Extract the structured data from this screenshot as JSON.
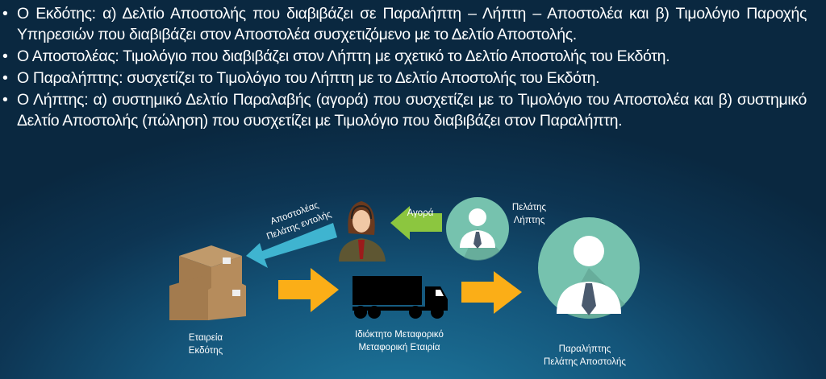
{
  "bullets": [
    "Ο Εκδότης: α) Δελτίο Αποστολής που διαβιβάζει σε Παραλήπτη – Λήπτη – Αποστολέα και β) Τιμολόγιο Παροχής Υπηρεσιών που διαβιβάζει στον Αποστολέα συσχετιζόμενο με το Δελτίο Αποστολής.",
    "Ο Αποστολέας: Τιμολόγιο που διαβιβάζει στον Λήπτη με σχετικό το Δελτίο Αποστολής του Εκδότη.",
    "Ο Παραλήπτης: συσχετίζει το Τιμολόγιο του Λήπτη με το Δελτίο Αποστολής του Εκδότη.",
    "Ο Λήπτης: α) συστημικό Δελτίο Παραλαβής (αγορά) που συσχετίζει με το Τιμολόγιο του Αποστολέα και β) συστημικό Δελτίο Αποστολής (πώληση) που συσχετίζει με Τιμολόγιο που διαβιβάζει στον Παραλήπτη."
  ],
  "diagram": {
    "sender_arrow": {
      "line1": "Αποστολέας",
      "line2": "Πελάτης εντολής"
    },
    "purchase_label": "Αγορά",
    "customer_recipient": {
      "line1": "Πελάτης",
      "line2": "Λήπτης"
    },
    "issuer": {
      "line1": "Εταιρεία",
      "line2": "Εκδότης"
    },
    "carrier": {
      "line1": "Ιδιόκτητο Μεταφορικό",
      "line2": "Μεταφορική Εταιρία"
    },
    "receiver": {
      "line1": "Παραλήπτης",
      "line2": "Πελάτης Αποστολής"
    },
    "colors": {
      "orange": "#fbae17",
      "green": "#8cc63f",
      "blue": "#3fb4d0",
      "circle": "#76c2ae"
    }
  }
}
